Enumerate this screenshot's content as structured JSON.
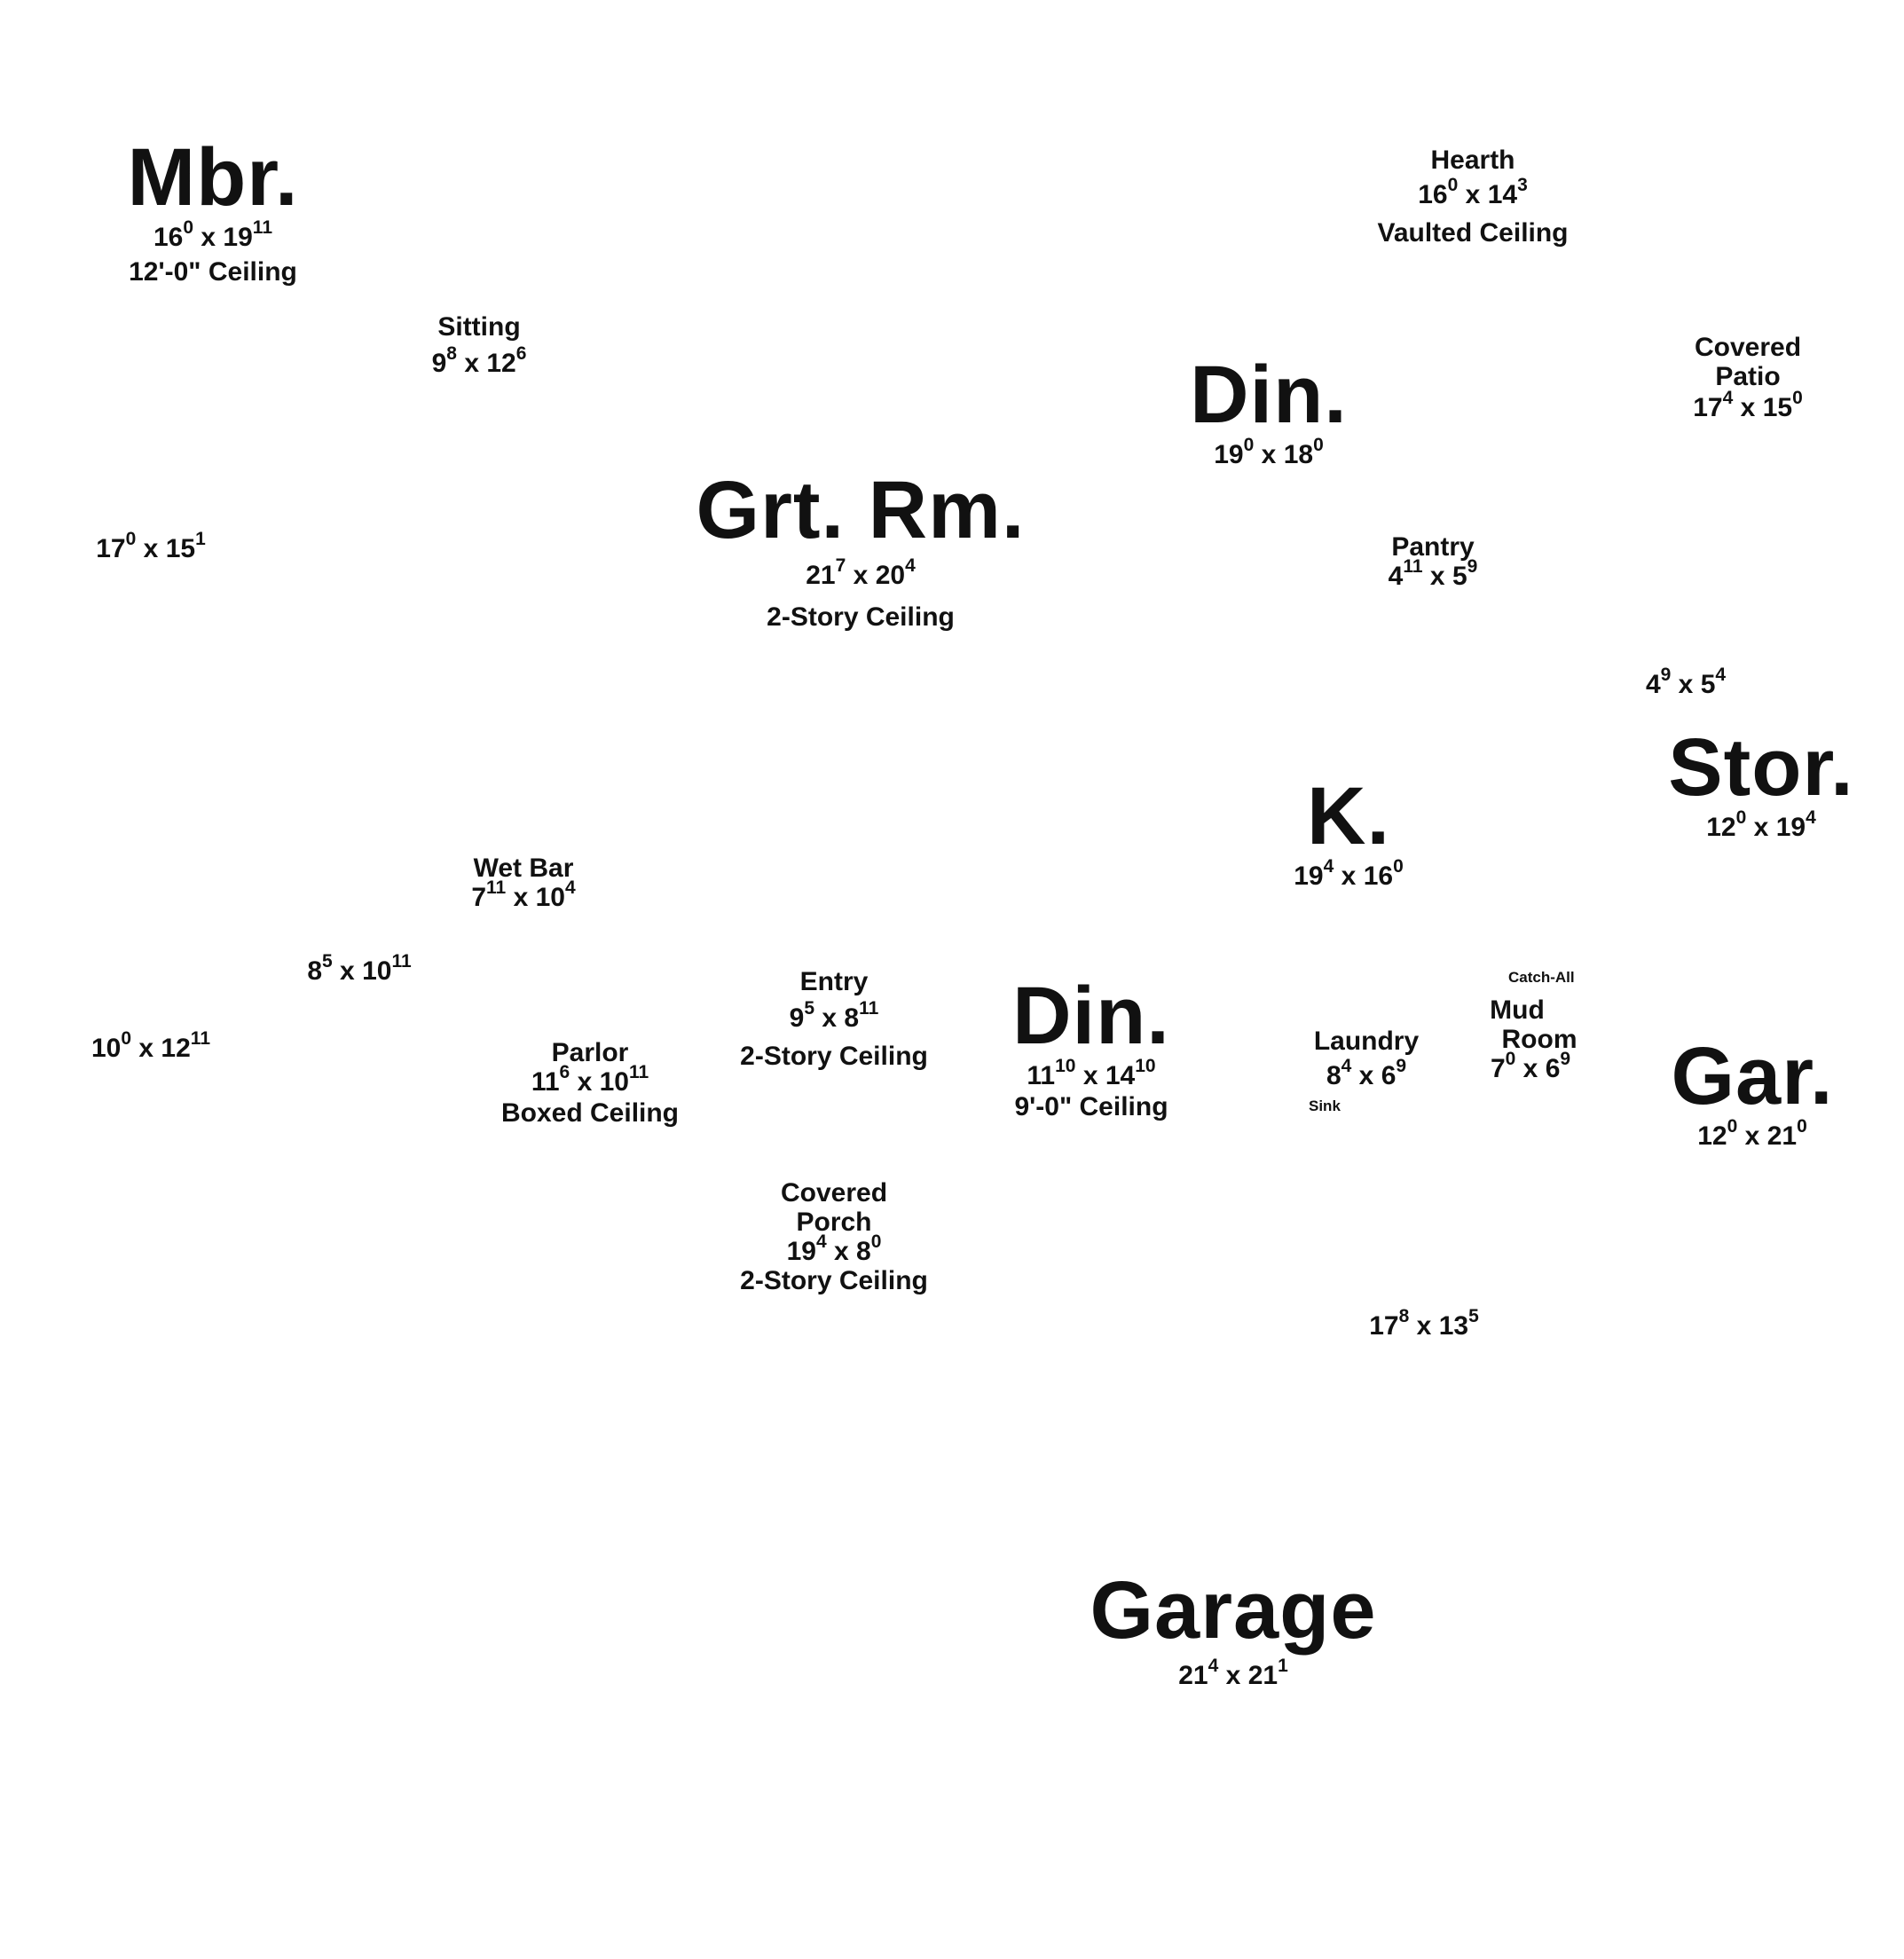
{
  "rooms": {
    "mbr": {
      "name": "Mbr.",
      "dim": {
        "a": "16",
        "a_sup": "0",
        "b": "19",
        "b_sup": "11"
      },
      "note": "12'-0\" Ceiling"
    },
    "sitting": {
      "name": "Sitting",
      "dim": {
        "a": "9",
        "a_sup": "8",
        "b": "12",
        "b_sup": "6"
      }
    },
    "grt_rm": {
      "name": "Grt. Rm.",
      "dim": {
        "a": "21",
        "a_sup": "7",
        "b": "20",
        "b_sup": "4"
      },
      "note": "2-Story Ceiling"
    },
    "left_room": {
      "dim": {
        "a": "17",
        "a_sup": "0",
        "b": "15",
        "b_sup": "1"
      }
    },
    "hearth": {
      "name": "Hearth",
      "dim": {
        "a": "16",
        "a_sup": "0",
        "b": "14",
        "b_sup": "3"
      },
      "note": "Vaulted Ceiling"
    },
    "din_upper": {
      "name": "Din.",
      "dim": {
        "a": "19",
        "a_sup": "0",
        "b": "18",
        "b_sup": "0"
      }
    },
    "covered_patio": {
      "name_line1": "Covered",
      "name_line2": "Patio",
      "dim": {
        "a": "17",
        "a_sup": "4",
        "b": "15",
        "b_sup": "0"
      }
    },
    "pantry": {
      "name": "Pantry",
      "dim": {
        "a": "4",
        "a_sup": "11",
        "b": "5",
        "b_sup": "9"
      }
    },
    "small_store": {
      "dim": {
        "a": "4",
        "a_sup": "9",
        "b": "5",
        "b_sup": "4"
      }
    },
    "stor": {
      "name": "Stor.",
      "dim": {
        "a": "12",
        "a_sup": "0",
        "b": "19",
        "b_sup": "4"
      }
    },
    "kitchen": {
      "name": "K.",
      "dim": {
        "a": "19",
        "a_sup": "4",
        "b": "16",
        "b_sup": "0"
      }
    },
    "wet_bar": {
      "name": "Wet Bar",
      "dim": {
        "a": "7",
        "a_sup": "11",
        "b": "10",
        "b_sup": "4"
      }
    },
    "hall_room": {
      "dim": {
        "a": "8",
        "a_sup": "5",
        "b": "10",
        "b_sup": "11"
      }
    },
    "bed_left": {
      "dim": {
        "a": "10",
        "a_sup": "0",
        "b": "12",
        "b_sup": "11"
      }
    },
    "parlor": {
      "name": "Parlor",
      "dim": {
        "a": "11",
        "a_sup": "6",
        "b": "10",
        "b_sup": "11"
      },
      "note": "Boxed Ceiling"
    },
    "entry": {
      "name": "Entry",
      "dim": {
        "a": "9",
        "a_sup": "5",
        "b": "8",
        "b_sup": "11"
      },
      "note": "2-Story Ceiling"
    },
    "din_lower": {
      "name": "Din.",
      "dim": {
        "a": "11",
        "a_sup": "10",
        "b": "14",
        "b_sup": "10"
      },
      "note": "9'-0\" Ceiling"
    },
    "laundry": {
      "name": "Laundry",
      "dim": {
        "a": "8",
        "a_sup": "4",
        "b": "6",
        "b_sup": "9"
      },
      "sink": "Sink"
    },
    "mud_room": {
      "catch_all": "Catch-All",
      "name_line1": "Mud",
      "name_line2": "Room",
      "dim": {
        "a": "7",
        "a_sup": "0",
        "b": "6",
        "b_sup": "9"
      }
    },
    "gar_small": {
      "name": "Gar.",
      "dim": {
        "a": "12",
        "a_sup": "0",
        "b": "21",
        "b_sup": "0"
      }
    },
    "covered_porch": {
      "name_line1": "Covered",
      "name_line2": "Porch",
      "dim": {
        "a": "19",
        "a_sup": "4",
        "b": "8",
        "b_sup": "0"
      },
      "note": "2-Story Ceiling"
    },
    "bonus": {
      "dim": {
        "a": "17",
        "a_sup": "8",
        "b": "13",
        "b_sup": "5"
      }
    },
    "garage": {
      "name": "Garage",
      "dim": {
        "a": "21",
        "a_sup": "4",
        "b": "21",
        "b_sup": "1"
      }
    }
  },
  "separator": "x"
}
